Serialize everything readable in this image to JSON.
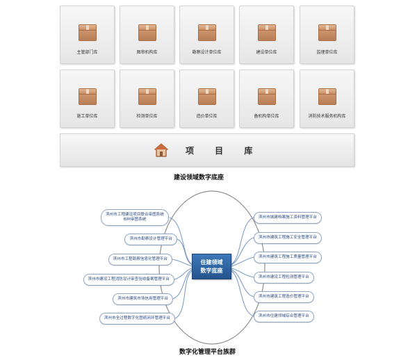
{
  "tiles": [
    "主管部门库",
    "图审机构库",
    "勘察设计单位库",
    "建设单位库",
    "监理单位库",
    "施工单位库",
    "检测单位库",
    "造价单位库",
    "备机构单位库",
    "消防技术服务机构库"
  ],
  "bar_label": "项 目 库",
  "caption_top": "建设领域数字底座",
  "center": {
    "line1": "住建领域",
    "line2": "数字底座"
  },
  "left_nodes": [
    {
      "line1": "滨州市工程建设项目联合审图系统",
      "line2": "BIM审图系统"
    },
    {
      "line1": "滨州市勘察设计管理平台"
    },
    {
      "line1": "滨州市工程勘察信息化管理平台"
    },
    {
      "line1": "滨州市建设工程消防设计审查验收备案管理平台"
    },
    {
      "line1": "滨州市建筑市场信用管理平台"
    },
    {
      "line1": "滨州市全过程数字化图纸闭环管理平台"
    }
  ],
  "right_nodes": [
    "滨州市城建档案施工资料管理平台",
    "滨州市建筑工程施工安全管理平台",
    "滨州市建筑工程施工质量管理平台",
    "滨州市建设工程检测管理平台",
    "滨州市建筑工程造价管理平台",
    "滨州市住建领域综合管理平台"
  ],
  "caption_bottom": "数字化管理平台族群",
  "colors": {
    "center": "#2e64a4",
    "node_text": "#2d4a80",
    "link": "#7f9ec6",
    "box": "#c58c62"
  }
}
